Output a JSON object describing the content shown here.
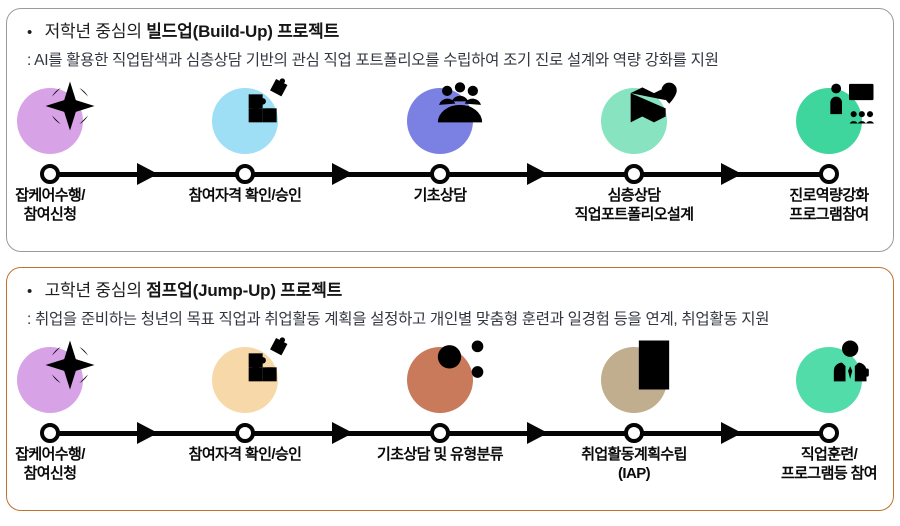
{
  "page": {
    "background": "#ffffff"
  },
  "panels": [
    {
      "bullet": "•",
      "title_prefix": "저학년 중심의",
      "title_bold": "빌드업(Build-Up) 프로젝트",
      "subtitle": ": AI를 활용한 직업탐색과 심층상담 기반의 관심 직업 포트폴리오를 수립하여 조기 진로 설계와 역량 강화를 지원",
      "border_color": "#999e94",
      "steps": [
        {
          "icon": "compass-icon",
          "color": "#d7a3e6",
          "lines": [
            "잡케어수행/",
            "참여신청"
          ]
        },
        {
          "icon": "puzzle-icon",
          "color": "#9edff6",
          "lines": [
            "참여자격 확인/승인"
          ]
        },
        {
          "icon": "meeting-icon",
          "color": "#7b81e2",
          "lines": [
            "기초상담"
          ]
        },
        {
          "icon": "map-pin-icon",
          "color": "#87e3c0",
          "lines": [
            "심층상담",
            "직업포트폴리오설계"
          ]
        },
        {
          "icon": "teacher-board-icon",
          "color": "#3fd69e",
          "lines": [
            "진로역량강화",
            "프로그램참여"
          ]
        }
      ]
    },
    {
      "bullet": "•",
      "title_prefix": "고학년 중심의",
      "title_bold": "점프업(Jump-Up) 프로젝트",
      "subtitle": ": 취업을 준비하는 청년의 목표 직업과 취업활동 계획을 설정하고 개인별 맞춤형 훈련과 일경험 등을 연계, 취업활동 지원",
      "border_color": "#c0732f",
      "steps": [
        {
          "icon": "compass-icon",
          "color": "#d7a3e6",
          "lines": [
            "잡케어수행/",
            "참여신청"
          ]
        },
        {
          "icon": "puzzle-icon",
          "color": "#f7d9a9",
          "lines": [
            "참여자격 확인/승인"
          ]
        },
        {
          "icon": "person-network-icon",
          "color": "#c87a5b",
          "lines": [
            "기초상담 및 유형분류"
          ]
        },
        {
          "icon": "checklist-icon",
          "color": "#c0ae8e",
          "lines": [
            "취업활동계획수립",
            "(IAP)"
          ]
        },
        {
          "icon": "businessman-icon",
          "color": "#52dcaa",
          "lines": [
            "직업훈련/",
            "프로그램등 참여"
          ]
        }
      ]
    }
  ]
}
